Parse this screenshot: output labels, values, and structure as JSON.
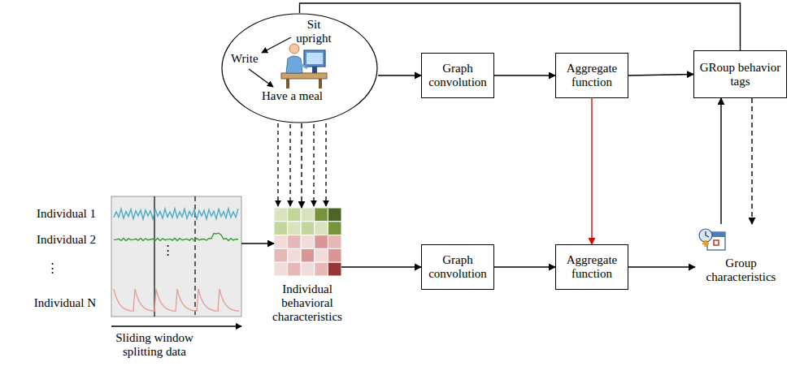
{
  "diagram": {
    "nodes": [
      {
        "text": [
          "Sit upright",
          "Write",
          "Have a meal"
        ]
      },
      {
        "text": [
          "Graph convolution"
        ]
      },
      {
        "text": [
          "Aggregate function"
        ]
      },
      {
        "text": [
          "GRoup behavior tags"
        ]
      },
      {
        "text": [
          "Individual 1",
          "Individual 2",
          "⋮",
          "Individual N",
          "⋮",
          "Sliding window splitting data"
        ]
      },
      {
        "text": [
          "Individual behavioral characteristics"
        ]
      },
      {
        "text": [
          "Graph convolution"
        ]
      },
      {
        "text": [
          "Aggregate function"
        ]
      },
      {
        "text": [
          "Group characteristics"
        ]
      }
    ],
    "edges": [
      {
        "from": 3,
        "to": 0,
        "arrow": "none"
      },
      {
        "from": 0,
        "to": 1,
        "arrow": "to"
      },
      {
        "from": 1,
        "to": 2,
        "arrow": "to"
      },
      {
        "from": 2,
        "to": 3,
        "arrow": "to"
      },
      {
        "from": 0,
        "to": 5,
        "arrow": "to"
      },
      {
        "from": 4,
        "to": 5,
        "arrow": "to"
      },
      {
        "from": 5,
        "to": 6,
        "arrow": "to"
      },
      {
        "from": 2,
        "to": 7,
        "arrow": "to"
      },
      {
        "from": 6,
        "to": 7,
        "arrow": "to"
      },
      {
        "from": 7,
        "to": 8,
        "arrow": "to"
      },
      {
        "from": 8,
        "to": 3,
        "arrow": "to"
      },
      {
        "from": 3,
        "to": 8,
        "arrow": "to"
      }
    ]
  }
}
